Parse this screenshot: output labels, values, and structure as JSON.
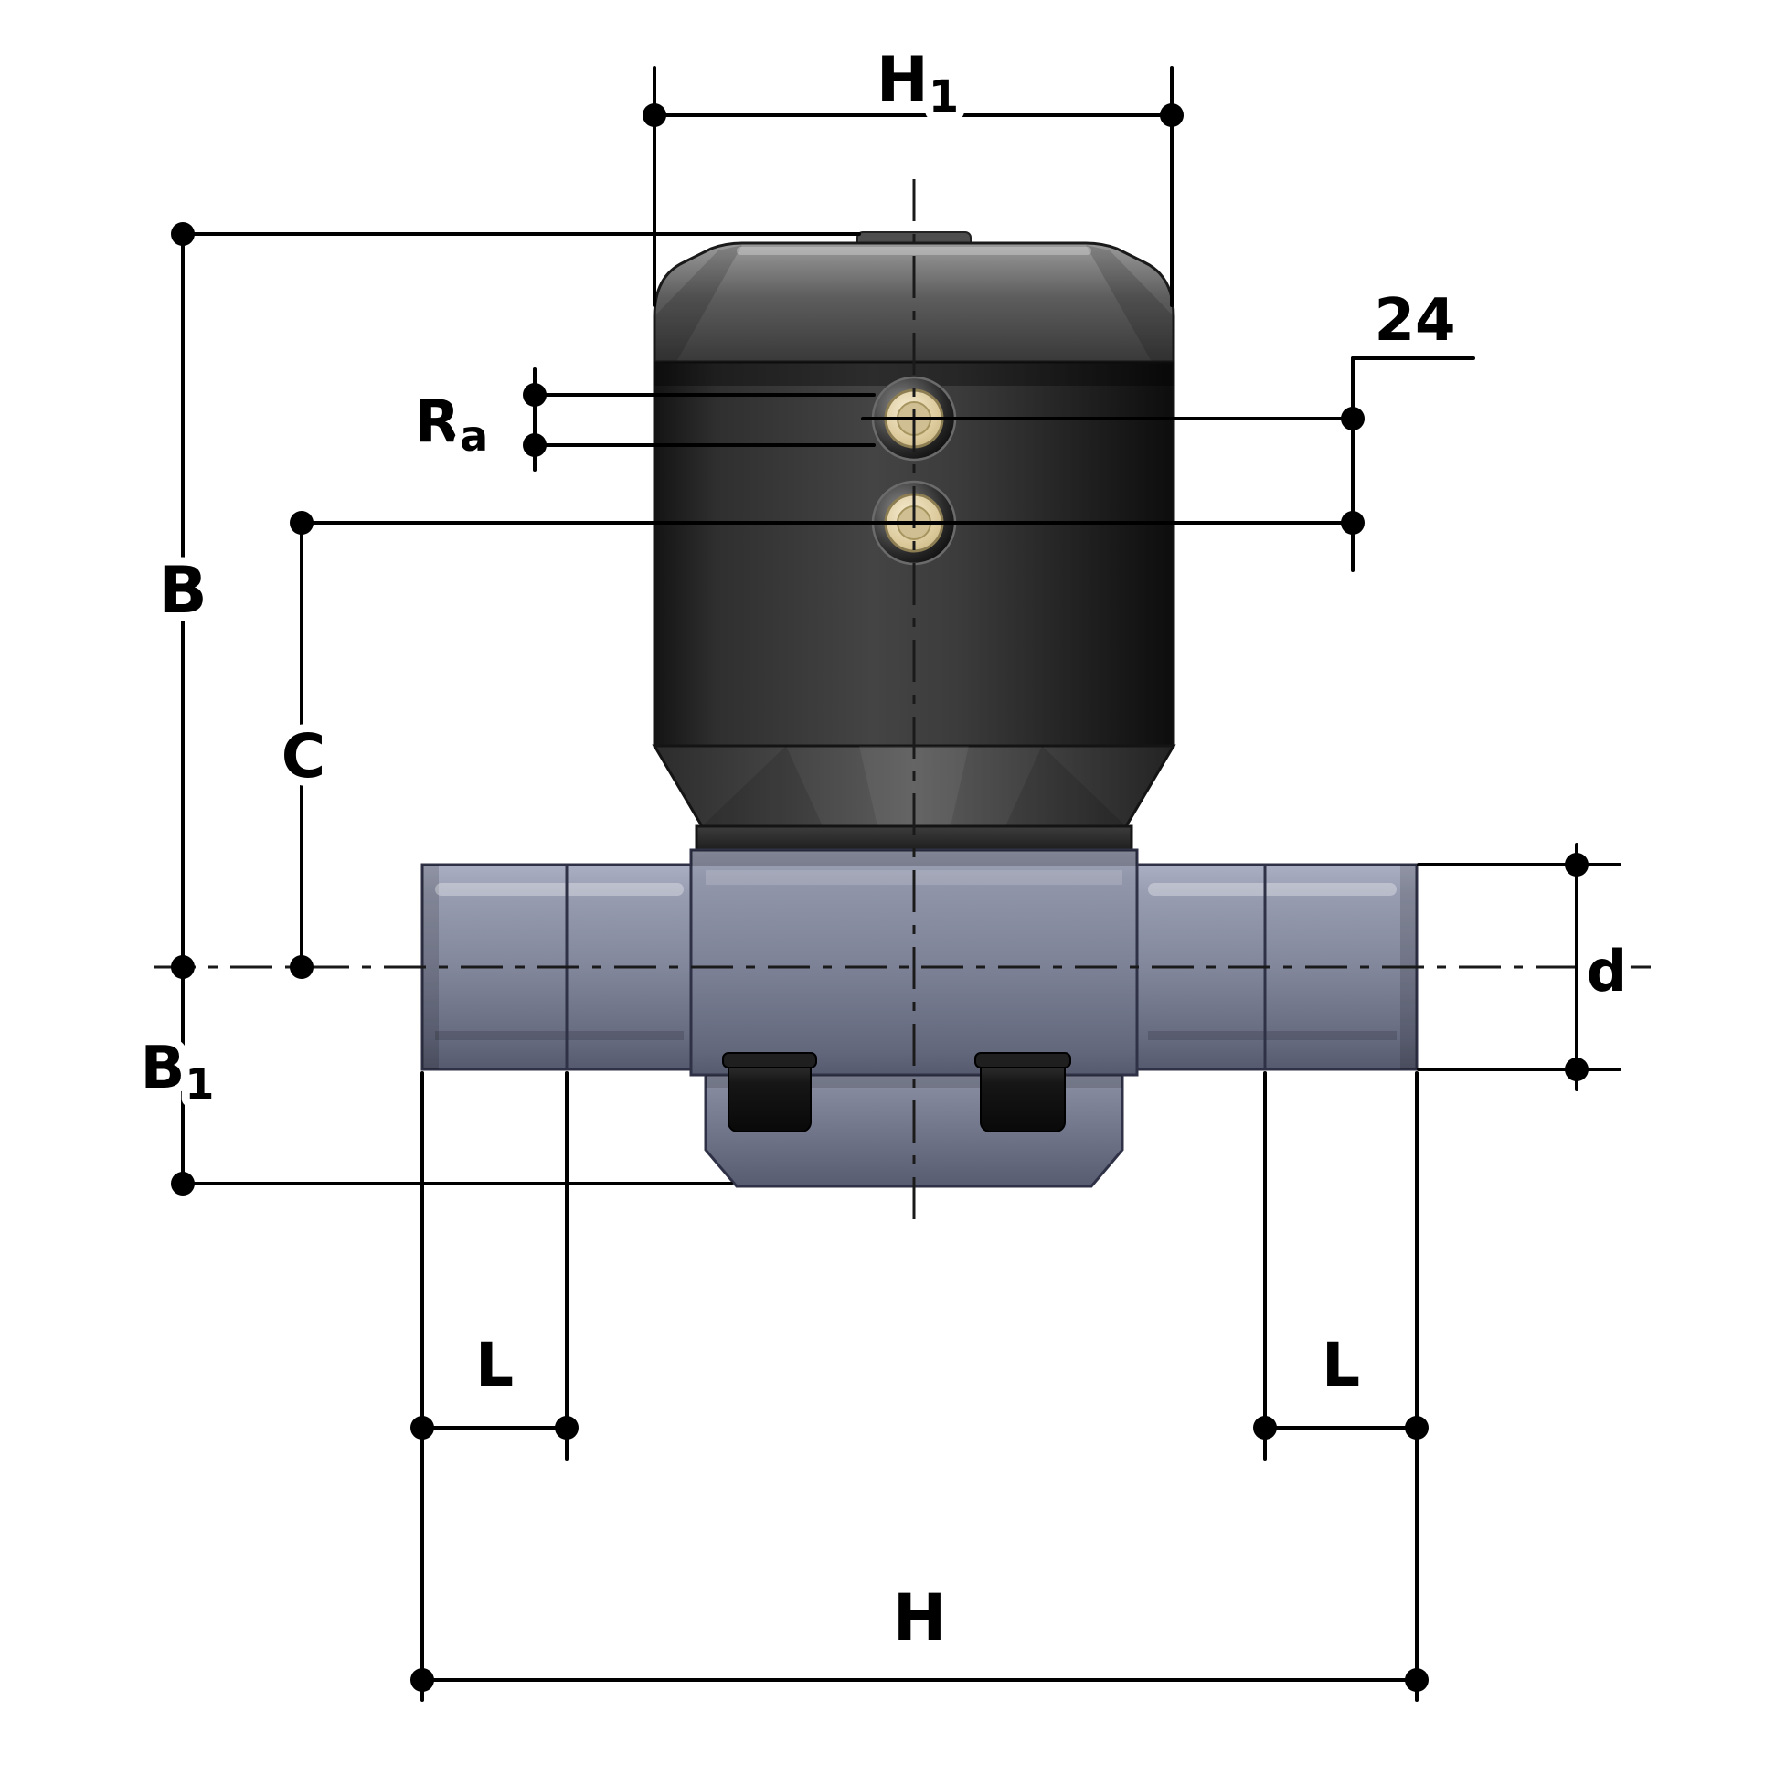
{
  "labels": {
    "h1": {
      "base": "H",
      "sub": "1"
    },
    "n24": "24",
    "ra": {
      "base": "R",
      "sub": "a"
    },
    "b": "B",
    "c": "C",
    "b1": {
      "base": "B",
      "sub": "1"
    },
    "d": "d",
    "l_left": "L",
    "l_right": "L",
    "h": "H"
  },
  "colors": {
    "background": "#ffffff",
    "dimension_lines": "#000000",
    "actuator_body": "#2e2e2e",
    "actuator_cap": "#757575",
    "valve_body": "#7e8398",
    "air_port_face": "#e6d7ab",
    "bottom_plugs": "#121212"
  }
}
